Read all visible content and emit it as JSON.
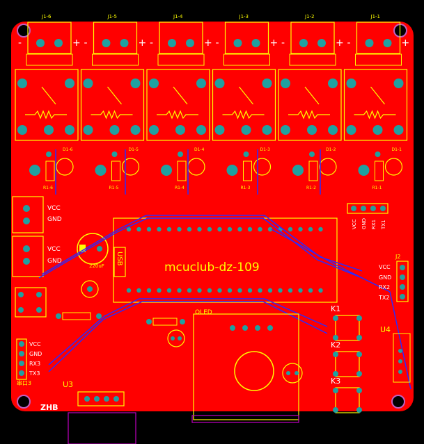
{
  "board": {
    "title": "mcuclub-dz-109",
    "designer_mark": "ZHB",
    "colors": {
      "background": "#000000",
      "copper": "#ff0000",
      "trace_bottom": "#2020ff",
      "silkscreen": "#ffff00",
      "pad": "#20a0a0",
      "keepout": "#c000c0"
    }
  },
  "relays": [
    {
      "connector": "J1-6",
      "led": "D1-6",
      "resistor": "R1-6"
    },
    {
      "connector": "J1-5",
      "led": "D1-5",
      "resistor": "R1-5"
    },
    {
      "connector": "J1-4",
      "led": "D1-4",
      "resistor": "R1-4"
    },
    {
      "connector": "J1-3",
      "led": "D1-3",
      "resistor": "R1-3"
    },
    {
      "connector": "J1-2",
      "led": "D1-2",
      "resistor": "R1-2"
    },
    {
      "connector": "J1-1",
      "led": "D1-1",
      "resistor": "R1-1"
    }
  ],
  "terminal_marks": {
    "minus": "-",
    "plus": "+"
  },
  "power_labels": {
    "vcc": "VCC",
    "gnd": "GND"
  },
  "j2": {
    "labels": [
      "VCC",
      "GND",
      "RX2",
      "TX2"
    ],
    "title": "J2"
  },
  "j3": {
    "labels": [
      "VCC",
      "GND",
      "RX3",
      "TX3"
    ],
    "title": "串口3"
  },
  "j11": {
    "labels": [
      "VCC",
      "GND",
      "RX1",
      "TX1"
    ]
  },
  "components": {
    "usb": "USB",
    "cap": "220uF",
    "lcd": "OLED",
    "u3": "U3",
    "u4": "U4",
    "keys": [
      "K1",
      "K2",
      "K3"
    ]
  }
}
